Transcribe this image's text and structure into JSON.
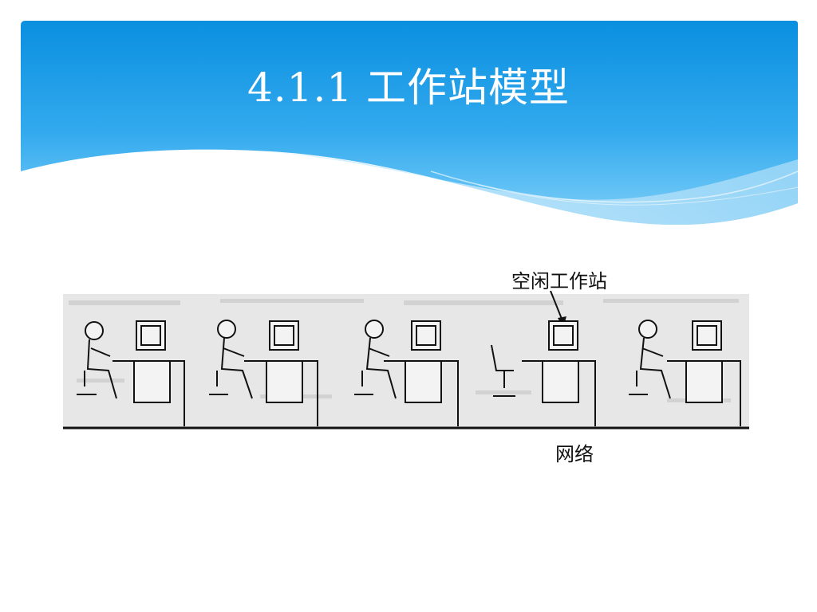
{
  "slide": {
    "title": "4.1.1 工作站模型"
  },
  "figure": {
    "idle_label": "空闲工作站",
    "network_label": "网络",
    "workstations": [
      {
        "occupant": "woman"
      },
      {
        "occupant": "man"
      },
      {
        "occupant": "woman"
      },
      {
        "occupant": "none"
      },
      {
        "occupant": "woman"
      }
    ]
  },
  "colors": {
    "header_dark": "#0a8fe0",
    "header_light": "#5cc4f5",
    "wave_pale": "#bfe6fb",
    "photo_bg": "#e7e7e7",
    "ink": "#111111"
  }
}
